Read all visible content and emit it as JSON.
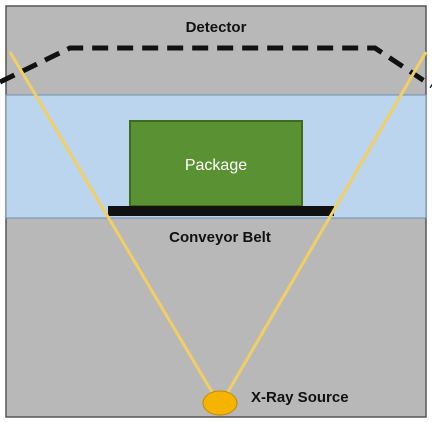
{
  "labels": {
    "detector": "Detector",
    "package": "Package",
    "conveyor_belt": "Conveyor Belt",
    "xray_source": "X-Ray Source"
  },
  "colors": {
    "chamber_background": "#b8b8b8",
    "belt_zone": "#bcd5ee",
    "package_fill": "#5a9132",
    "package_border": "#3d6b1d",
    "belt": "#111111",
    "beam": "#f2cf63",
    "source_fill": "#f5b400",
    "source_stroke": "#c28a00",
    "detector": "#111111",
    "frame": "#555555"
  },
  "icons": {
    "detector": "dashed-detector-outline",
    "source": "orange-ellipse-source"
  }
}
